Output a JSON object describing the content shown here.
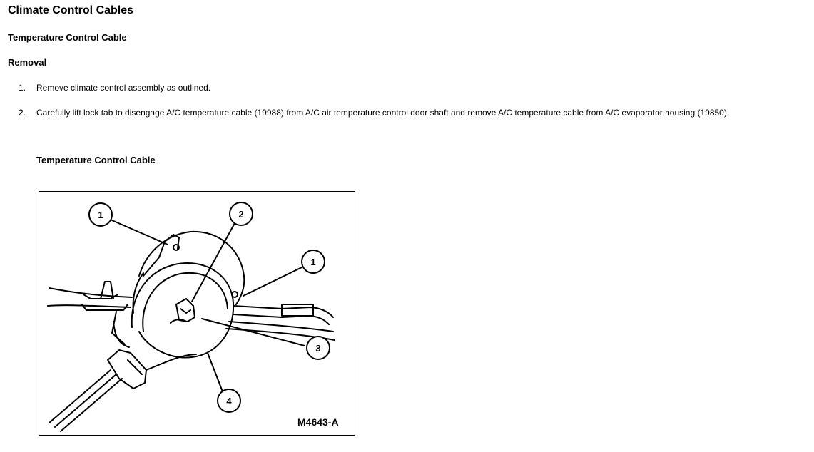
{
  "page": {
    "title": "Climate Control Cables",
    "section_title": "Temperature Control Cable",
    "subsection_title": "Removal"
  },
  "steps": [
    {
      "number": "1.",
      "text": "Remove climate control assembly as outlined."
    },
    {
      "number": "2.",
      "text": "Carefully lift lock tab to disengage A/C temperature cable (19988) from A/C air temperature control door shaft and remove A/C temperature cable from A/C evaporator housing (19850)."
    }
  ],
  "figure": {
    "caption": "Temperature Control Cable",
    "id_label": "M4643-A",
    "callouts": [
      "1",
      "2",
      "1",
      "3",
      "4"
    ]
  }
}
